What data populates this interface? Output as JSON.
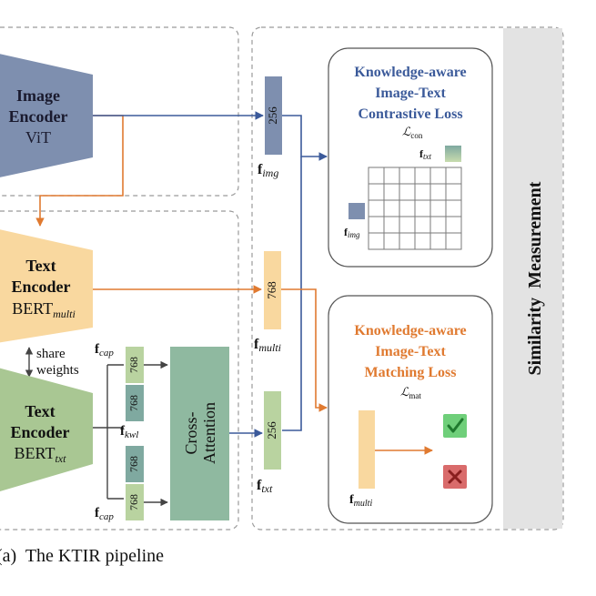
{
  "image_encoder": {
    "line1": "Image",
    "line2": "Encoder",
    "line3": "ViT"
  },
  "text_encoder_multi": {
    "line1": "Text",
    "line2": "Encoder",
    "line3": "BERT",
    "line3_sub": "multi"
  },
  "text_encoder_txt": {
    "line1": "Text",
    "line2": "Encoder",
    "line3": "BERT",
    "line3_sub": "txt"
  },
  "share_weights": {
    "line1": "share",
    "line2": "weights"
  },
  "features": {
    "img": {
      "dim": "256",
      "label": "f",
      "sub": "img"
    },
    "multi": {
      "dim": "768",
      "label": "f",
      "sub": "multi"
    },
    "txt": {
      "dim": "256",
      "label": "f",
      "sub": "txt"
    }
  },
  "stack": {
    "dims": [
      "768",
      "768",
      "768",
      "768"
    ],
    "cap_top": {
      "label": "f",
      "sub": "cap"
    },
    "kwl": {
      "label": "f",
      "sub": "kwl"
    },
    "cap_bottom": {
      "label": "f",
      "sub": "cap"
    }
  },
  "cross_attention": {
    "line1": "Cross-",
    "line2": "Attention"
  },
  "contrastive": {
    "line1": "Knowledge-aware",
    "line2": "Image-Text",
    "line3": "Contrastive Loss",
    "loss_symbol": "ℒ",
    "loss_sub": "con",
    "f_txt": {
      "label": "f",
      "sub": "txt"
    },
    "f_img": {
      "label": "f",
      "sub": "img"
    }
  },
  "matching": {
    "line1": "Knowledge-aware",
    "line2": "Image-Text",
    "line3": "Matching Loss",
    "loss_symbol": "ℒ",
    "loss_sub": "mat",
    "f_multi": {
      "label": "f",
      "sub": "multi"
    }
  },
  "similarity_label": "Similarity  Measurement",
  "caption": "(a)  The KTIR pipeline",
  "colors": {
    "image_encoder": "#7e8faf",
    "text_encoder": "#f9d89f",
    "text_encoder_txt": "#a9c793",
    "blue": "#3b5a9a",
    "orange": "#e07a30",
    "teal": "#7fa9a0",
    "green_bar": "#b9d3a0",
    "check": "#4caf50",
    "cross": "#c0392b"
  }
}
